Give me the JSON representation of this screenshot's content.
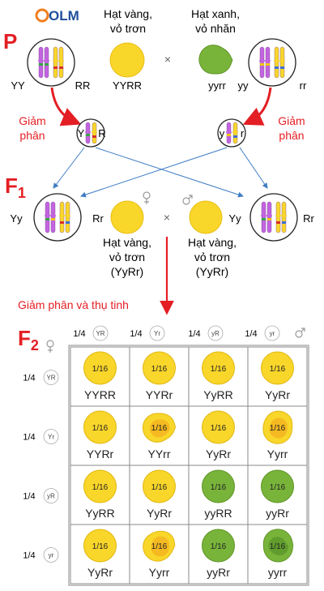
{
  "logo": {
    "text": "OLM"
  },
  "colors": {
    "purple": "#c264e0",
    "yellow": "#f9d62a",
    "green_seed": "#79b43a",
    "red_label": "#e31e24",
    "blue_arrow": "#3f7dc4",
    "grid_border": "#8a8a8a",
    "logo_blue": "#1f4e9b",
    "logo_orange": "#f07f1f"
  },
  "parents": {
    "label": "P",
    "left_seed": {
      "caption": [
        "Hạt vàng,",
        "vỏ trơn"
      ],
      "genotype": "YYRR",
      "gene_left": "YY",
      "gene_right": "RR"
    },
    "right_seed": {
      "caption": [
        "Hạt xanh,",
        "vỏ nhăn"
      ],
      "genotype": "yyrr",
      "gene_left": "yy",
      "gene_right": "rr"
    },
    "cross_symbol": "×"
  },
  "meiosis_label": [
    "Giảm",
    "phân"
  ],
  "gametes": {
    "left": {
      "left": "Y",
      "right": "R"
    },
    "right": {
      "left": "y",
      "right": "r"
    }
  },
  "f1": {
    "label_main": "F",
    "label_sub": "1",
    "left": {
      "gene_left": "Yy",
      "gene_right": "Rr",
      "caption": [
        "Hạt vàng,",
        "vỏ trơn",
        "(YyRr)"
      ],
      "sex_icon": "female-icon"
    },
    "right": {
      "gene_left": "Yy",
      "gene_right": "Rr",
      "caption": [
        "Hạt vàng,",
        "vỏ trơn",
        "(YyRr)"
      ],
      "sex_icon": "male-icon"
    },
    "cross_symbol": "×"
  },
  "fertilization_label": "Giảm phân và thụ tinh",
  "f2": {
    "label_main": "F",
    "label_sub": "2",
    "fraction": "1/4",
    "columns": [
      "YR",
      "Yr",
      "yR",
      "yr"
    ],
    "rows": [
      "YR",
      "Yr",
      "yR",
      "yr"
    ],
    "cells": [
      [
        {
          "frac": "1/16",
          "geno": "YYRR",
          "color": "yellow",
          "shape": "smooth"
        },
        {
          "frac": "1/16",
          "geno": "YYRr",
          "color": "yellow",
          "shape": "smooth"
        },
        {
          "frac": "1/16",
          "geno": "YyRR",
          "color": "yellow",
          "shape": "smooth"
        },
        {
          "frac": "1/16",
          "geno": "YyRr",
          "color": "yellow",
          "shape": "smooth"
        }
      ],
      [
        {
          "frac": "1/16",
          "geno": "YYRr",
          "color": "yellow",
          "shape": "smooth"
        },
        {
          "frac": "1/16",
          "geno": "YYrr",
          "color": "yellow",
          "shape": "wrinkled"
        },
        {
          "frac": "1/16",
          "geno": "YyRr",
          "color": "yellow",
          "shape": "smooth"
        },
        {
          "frac": "1/16",
          "geno": "Yyrr",
          "color": "yellow",
          "shape": "wrinkled"
        }
      ],
      [
        {
          "frac": "1/16",
          "geno": "YyRR",
          "color": "yellow",
          "shape": "smooth"
        },
        {
          "frac": "1/16",
          "geno": "YyRr",
          "color": "yellow",
          "shape": "smooth"
        },
        {
          "frac": "1/16",
          "geno": "yyRR",
          "color": "green",
          "shape": "smooth"
        },
        {
          "frac": "1/16",
          "geno": "yyRr",
          "color": "green",
          "shape": "smooth"
        }
      ],
      [
        {
          "frac": "1/16",
          "geno": "YyRr",
          "color": "yellow",
          "shape": "smooth"
        },
        {
          "frac": "1/16",
          "geno": "Yyrr",
          "color": "yellow",
          "shape": "wrinkled"
        },
        {
          "frac": "1/16",
          "geno": "yyRr",
          "color": "green",
          "shape": "smooth"
        },
        {
          "frac": "1/16",
          "geno": "yyrr",
          "color": "green",
          "shape": "wrinkled"
        }
      ]
    ]
  }
}
